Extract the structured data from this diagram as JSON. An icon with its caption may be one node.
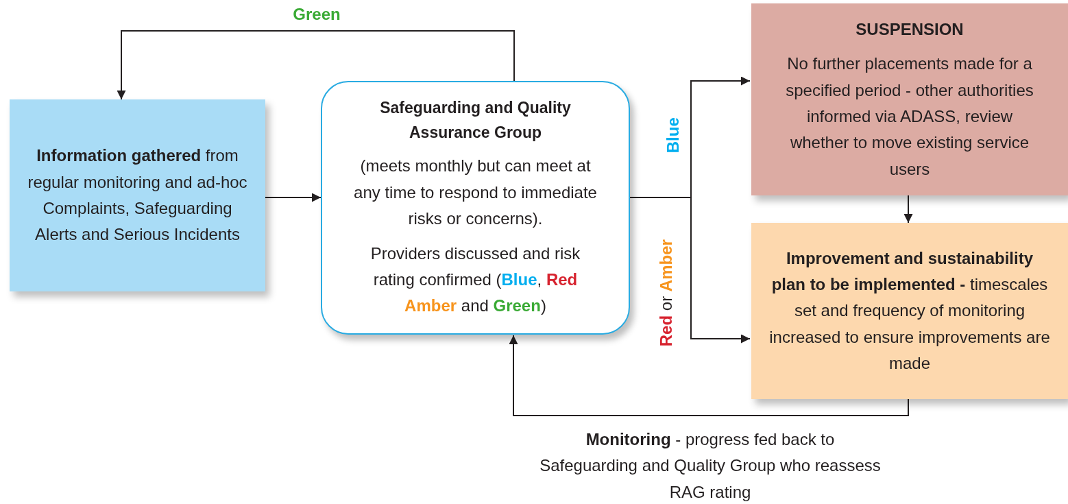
{
  "diagram": {
    "nodes": [
      {
        "text": [
          "**Information gathered** from regular monitoring and ad-hoc Complaints, Safeguarding Alerts and Serious Incidents"
        ]
      },
      {
        "text": [
          "Safeguarding and Quality Assurance Group",
          "(meets monthly but can meet at any time to respond to immediate risks or concerns).",
          "Providers discussed and risk rating confirmed (**Blue**, **Red** **Amber** and **Green**)"
        ]
      },
      {
        "text": [
          "SUSPENSION",
          "No further placements made for a specified period - other authorities informed via ADASS, review whether to move existing service users"
        ]
      },
      {
        "text": [
          "**Improvement and sustainability plan to be implemented -** timescales set and frequency of monitoring increased to ensure improvements are made"
        ]
      }
    ],
    "edges": [
      {
        "from": 1,
        "to": 0,
        "arrow": "to",
        "label": "Green"
      },
      {
        "from": 0,
        "to": 1,
        "arrow": "to"
      },
      {
        "from": 1,
        "to": 2,
        "arrow": "to",
        "label": "Blue"
      },
      {
        "from": 1,
        "to": 3,
        "arrow": "to",
        "label": "**Red** or **Amber**"
      },
      {
        "from": 2,
        "to": 3,
        "arrow": "to"
      },
      {
        "from": 3,
        "to": 1,
        "arrow": "to",
        "label": "**Monitoring** - progress fed back to Safeguarding and Quality Group who reassess RAG rating"
      }
    ]
  }
}
